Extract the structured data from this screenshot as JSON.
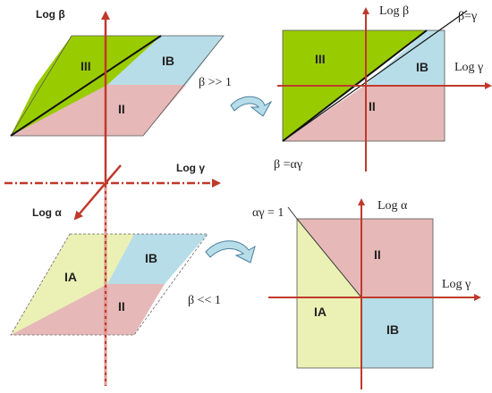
{
  "colors": {
    "green": "#99cc00",
    "pink": "#e6b9b8",
    "blue": "#b7dde8",
    "yellow": "#ebf1b4",
    "axis": "#c0392b",
    "arrow_fill": "#b7dde8",
    "arrow_stroke": "#4a7fa0"
  },
  "center": {
    "x_axis_label": "Log γ",
    "y_axis_label": "Log β",
    "z_axis_label": "Log α"
  },
  "top_left": {
    "regions": {
      "iii": "III",
      "ib": "IB",
      "ii": "II"
    }
  },
  "top_right": {
    "y_axis_label": "Log β",
    "x_axis_label": "Log γ",
    "line_upper_label": "β=γ",
    "line_lower_label": "β =αγ",
    "regions": {
      "iii": "III",
      "ib": "IB",
      "ii": "II"
    }
  },
  "bottom_left": {
    "regions": {
      "ia": "IA",
      "ib": "IB",
      "ii": "II"
    }
  },
  "bottom_right": {
    "y_axis_label": "Log α",
    "x_axis_label": "Log γ",
    "line_label": "αγ = 1",
    "regions": {
      "ia": "IA",
      "ii": "II",
      "ib": "IB"
    }
  },
  "conditions": {
    "upper": "β >> 1",
    "lower": "β << 1"
  }
}
